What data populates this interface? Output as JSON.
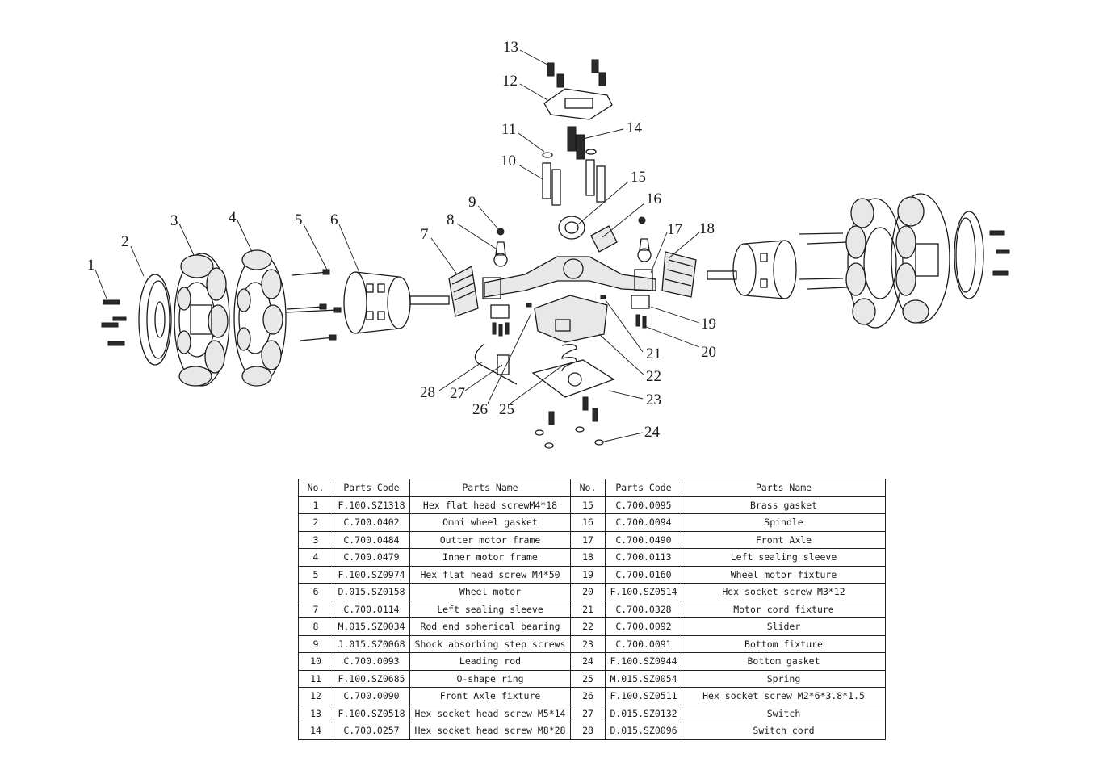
{
  "callouts": [
    "1",
    "2",
    "3",
    "4",
    "5",
    "6",
    "7",
    "8",
    "9",
    "10",
    "11",
    "12",
    "13",
    "14",
    "15",
    "16",
    "17",
    "18",
    "19",
    "20",
    "21",
    "22",
    "23",
    "24",
    "25",
    "26",
    "27",
    "28"
  ],
  "table": {
    "headers": [
      "No.",
      "Parts Code",
      "Parts Name",
      "No.",
      "Parts Code",
      "Parts Name"
    ],
    "rows": [
      [
        {
          "no": "1",
          "code": "F.100.SZ1318",
          "name": "Hex flat head screwM4*18"
        },
        {
          "no": "15",
          "code": "C.700.0095",
          "name": "Brass gasket"
        }
      ],
      [
        {
          "no": "2",
          "code": "C.700.0402",
          "name": "Omni wheel gasket"
        },
        {
          "no": "16",
          "code": "C.700.0094",
          "name": "Spindle"
        }
      ],
      [
        {
          "no": "3",
          "code": "C.700.0484",
          "name": "Outter motor frame"
        },
        {
          "no": "17",
          "code": "C.700.0490",
          "name": "Front Axle"
        }
      ],
      [
        {
          "no": "4",
          "code": "C.700.0479",
          "name": "Inner motor frame"
        },
        {
          "no": "18",
          "code": "C.700.0113",
          "name": "Left sealing sleeve"
        }
      ],
      [
        {
          "no": "5",
          "code": "F.100.SZ0974",
          "name": "Hex flat head screw M4*50"
        },
        {
          "no": "19",
          "code": "C.700.0160",
          "name": "Wheel motor fixture"
        }
      ],
      [
        {
          "no": "6",
          "code": "D.015.SZ0158",
          "name": "Wheel motor"
        },
        {
          "no": "20",
          "code": "F.100.SZ0514",
          "name": "Hex socket screw M3*12"
        }
      ],
      [
        {
          "no": "7",
          "code": "C.700.0114",
          "name": "Left sealing sleeve"
        },
        {
          "no": "21",
          "code": "C.700.0328",
          "name": "Motor cord  fixture"
        }
      ],
      [
        {
          "no": "8",
          "code": "M.015.SZ0034",
          "name": "Rod end spherical bearing"
        },
        {
          "no": "22",
          "code": "C.700.0092",
          "name": "Slider"
        }
      ],
      [
        {
          "no": "9",
          "code": "J.015.SZ0068",
          "name": "Shock absorbing step screws"
        },
        {
          "no": "23",
          "code": "C.700.0091",
          "name": "Bottom fixture"
        }
      ],
      [
        {
          "no": "10",
          "code": "C.700.0093",
          "name": "Leading rod"
        },
        {
          "no": "24",
          "code": "F.100.SZ0944",
          "name": "Bottom gasket"
        }
      ],
      [
        {
          "no": "11",
          "code": "F.100.SZ0685",
          "name": "O-shape ring"
        },
        {
          "no": "25",
          "code": "M.015.SZ0054",
          "name": "Spring"
        }
      ],
      [
        {
          "no": "12",
          "code": "C.700.0090",
          "name": "Front Axle fixture"
        },
        {
          "no": "26",
          "code": "F.100.SZ0511",
          "name": "Hex socket screw M2*6*3.8*1.5"
        }
      ],
      [
        {
          "no": "13",
          "code": "F.100.SZ0518",
          "name": "Hex socket head screw M5*14"
        },
        {
          "no": "27",
          "code": "D.015.SZ0132",
          "name": "Switch"
        }
      ],
      [
        {
          "no": "14",
          "code": "C.700.0257",
          "name": "Hex socket head screw M8*28"
        },
        {
          "no": "28",
          "code": "D.015.SZ0096",
          "name": "Switch cord"
        }
      ]
    ]
  }
}
